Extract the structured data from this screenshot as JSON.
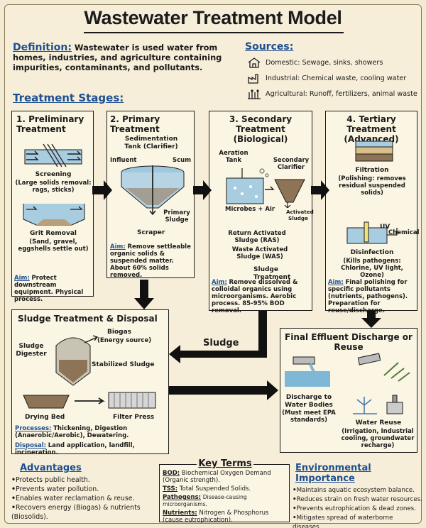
{
  "title": "Wastewater Treatment Model",
  "definition": {
    "heading": "Definition:",
    "text": "Wastewater is used water from homes, industries, and agriculture containing impurities, contaminants, and pollutants."
  },
  "sources": {
    "heading": "Sources:",
    "items": [
      {
        "icon": "house-icon",
        "text": "Domestic: Sewage, sinks, showers"
      },
      {
        "icon": "factory-icon",
        "text": "Industrial: Chemical waste, cooling water"
      },
      {
        "icon": "crops-icon",
        "text": "Agricultural: Runoff, fertilizers, animal waste"
      }
    ]
  },
  "stages_heading": "Treatment Stages:",
  "stage1": {
    "title": "1. Preliminary Treatment",
    "screening": "Screening",
    "screening_note": "(Large solids removal: rags, sticks)",
    "grit": "Grit Removal",
    "grit_note": "(Sand, gravel, eggshells settle out)",
    "aim_label": "Aim:",
    "aim_text": "Protect downstream equipment. Physical process."
  },
  "stage2": {
    "title": "2. Primary Treatment",
    "tank": "Sedimentation Tank (Clarifier)",
    "influent": "Influent",
    "scum": "Scum",
    "primary_sludge": "Primary Sludge",
    "scraper": "Scraper",
    "aim_label": "Aim:",
    "aim_text": "Remove settleable organic solids & suspended matter. About 60% solids removed."
  },
  "stage3": {
    "title": "3. Secondary Treatment (Biological)",
    "aeration": "Aeration Tank",
    "clarifier": "Secondary Clarifier",
    "microbes": "Microbes + Air",
    "activated": "Activated Sludge",
    "ras": "Return Activated Sludge (RAS)",
    "was": "Waste Activated Sludge (WAS)",
    "sludge_treatment": "Sludge Treatment",
    "aim_label": "Aim:",
    "aim_text": "Remove dissolved & colloidal organics using microorganisms. Aerobic process. 85-95% BOD removal."
  },
  "stage4": {
    "title": "4. Tertiary Treatment (Advanced)",
    "filtration": "Filtration",
    "filtration_note": "(Polishing: removes residual suspended solids)",
    "uv": "UV",
    "chemical": "Chemical",
    "disinfection": "Disinfection",
    "disinfection_note": "(Kills pathogens: Chlorine, UV light, Ozone)",
    "aim_label": "Aim:",
    "aim_text": "Final polishing for specific pollutants (nutrients, pathogens). Preparation for reuse/discharge."
  },
  "sludge_box": {
    "title": "Sludge Treatment & Disposal",
    "digester": "Sludge Digester",
    "biogas": "Biogas",
    "biogas_note": "(Energy source)",
    "stabilized": "Stabilized Sludge",
    "drying": "Drying Bed",
    "press": "Filter Press",
    "processes_label": "Processes:",
    "processes_text": "Thickening, Digestion (Anaerobic/Aerobic), Dewatering.",
    "disposal_label": "Disposal:",
    "disposal_text": "Land application, landfill, incineration."
  },
  "sludge_arrow_label": "Sludge",
  "effluent_box": {
    "title": "Final Effluent Discharge or Reuse",
    "discharge": "Discharge to Water Bodies",
    "discharge_note": "(Must meet EPA standards)",
    "reuse": "Water Reuse",
    "reuse_note": "(Irrigation, Industrial cooling, groundwater recharge)"
  },
  "advantages": {
    "heading": "Advantages",
    "items": [
      "Protects public health.",
      "Prevents water pollution.",
      "Enables water reclamation & reuse.",
      "Recovers energy (Biogas) & nutrients (Biosolids)."
    ]
  },
  "key_terms": {
    "heading": "Key Terms",
    "items": [
      {
        "term": "BOD:",
        "def": "Biochemical Oxygen Demand (Organic strength)."
      },
      {
        "term": "TSS:",
        "def": "Total Suspended Solids."
      },
      {
        "term": "Pathogens:",
        "def": "Disease-causing microorganisms."
      },
      {
        "term": "Nutrients:",
        "def": "Nitrogen & Phosphorus (cause eutrophication)."
      }
    ]
  },
  "environment": {
    "heading": "Environmental Importance",
    "items": [
      "Maintains aquatic ecosystem balance.",
      "Reduces strain on fresh water resources.",
      "Prevents eutrophication & dead zones.",
      "Mitigates spread of waterborne diseases."
    ]
  },
  "colors": {
    "heading_blue": "#1d4f91",
    "water": "#7fb8d6",
    "sludge": "#8a6a3c"
  }
}
